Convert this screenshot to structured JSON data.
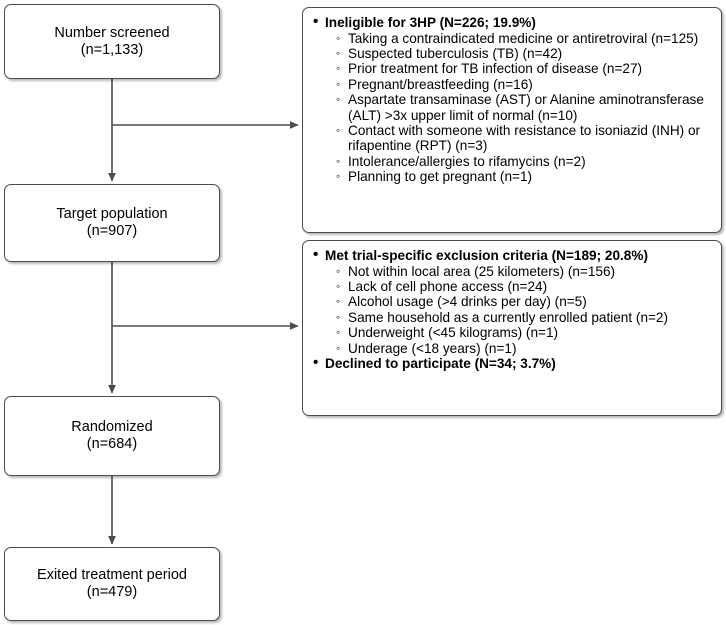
{
  "diagram": {
    "type": "flowchart",
    "title": "CONSORT-style participant flow diagram",
    "line_color": "#4d4d4d",
    "box_border_color": "#4d4d4d",
    "box_fill": "#ffffff",
    "text_color": "#000000"
  },
  "flow": {
    "nodes": [
      {
        "id": "screened",
        "label": "Number screened\n(n=1,133)",
        "count": 1133
      },
      {
        "id": "target",
        "label": "Target population\n(n=907)",
        "count": 907
      },
      {
        "id": "randomized",
        "label": "Randomized\n(n=684)",
        "count": 684
      },
      {
        "id": "exited",
        "label": "Exited treatment period\n(n=479)",
        "count": 479
      }
    ]
  },
  "exclusions": {
    "boxes": [
      {
        "id": "ineligible",
        "groups": [
          {
            "heading": "Ineligible for 3HP (N=226; 19.9%)",
            "n": 226,
            "percent": 19.9,
            "reasons": [
              "Taking a contraindicated medicine or antiretroviral (n=125)",
              "Suspected tuberculosis (TB) (n=42)",
              "Prior treatment for TB infection of disease (n=27)",
              "Pregnant/breastfeeding (n=16)",
              "Aspartate transaminase (AST) or Alanine aminotransferase (ALT) >3x upper limit of normal (n=10)",
              "Contact with someone with resistance to isoniazid (INH) or rifapentine (RPT) (n=3)",
              "Intolerance/allergies to rifamycins (n=2)",
              "Planning to get pregnant (n=1)"
            ]
          }
        ]
      },
      {
        "id": "exclusion",
        "groups": [
          {
            "heading": "Met trial-specific exclusion criteria (N=189; 20.8%)",
            "n": 189,
            "percent": 20.8,
            "reasons": [
              "Not within local area (25 kilometers) (n=156)",
              "Lack of cell phone access (n=24)",
              "Alcohol usage (>4 drinks per day) (n=5)",
              "Same household as a currently enrolled patient (n=2)",
              "Underweight (<45 kilograms) (n=1)",
              "Underage (<18 years) (n=1)"
            ]
          },
          {
            "heading": "Declined to participate (N=34; 3.7%)",
            "n": 34,
            "percent": 3.7,
            "reasons": []
          }
        ]
      }
    ]
  },
  "connectors": [
    {
      "from": "screened",
      "to": "target",
      "kind": "vertical-arrow"
    },
    {
      "from": "screened",
      "to": "ineligible",
      "kind": "branch-arrow"
    },
    {
      "from": "target",
      "to": "randomized",
      "kind": "vertical-arrow"
    },
    {
      "from": "target",
      "to": "exclusion",
      "kind": "branch-arrow"
    },
    {
      "from": "randomized",
      "to": "exited",
      "kind": "vertical-arrow"
    }
  ]
}
